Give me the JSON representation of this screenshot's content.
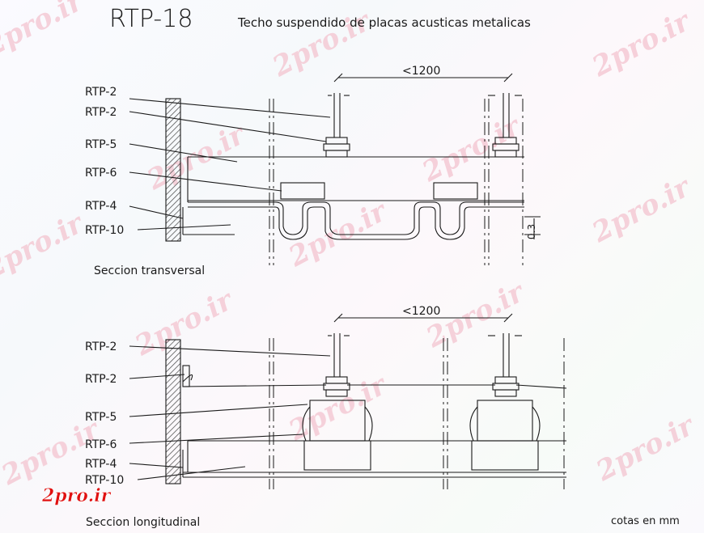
{
  "title": {
    "code": "RTP-18",
    "description": "Techo suspendido de placas acusticas metalicas"
  },
  "section_top": {
    "caption": "Seccion transversal",
    "dimension": "<1200",
    "height_dim": "0.3",
    "labels": [
      "RTP-2",
      "RTP-2",
      "RTP-5",
      "RTP-6",
      "RTP-4",
      "RTP-10"
    ]
  },
  "section_bottom": {
    "caption": "Seccion longitudinal",
    "dimension": "<1200",
    "labels": [
      "RTP-2",
      "RTP-2",
      "RTP-5",
      "RTP-6",
      "RTP-4",
      "RTP-10"
    ]
  },
  "footer_note": "cotas en mm",
  "watermark": {
    "text": "2pro.ir",
    "logo_text": "2pro.ir"
  },
  "colors": {
    "line": "#1a1a1a",
    "hatch": "#444444",
    "watermark": "#f3c3cf",
    "logo": "#e01010"
  }
}
